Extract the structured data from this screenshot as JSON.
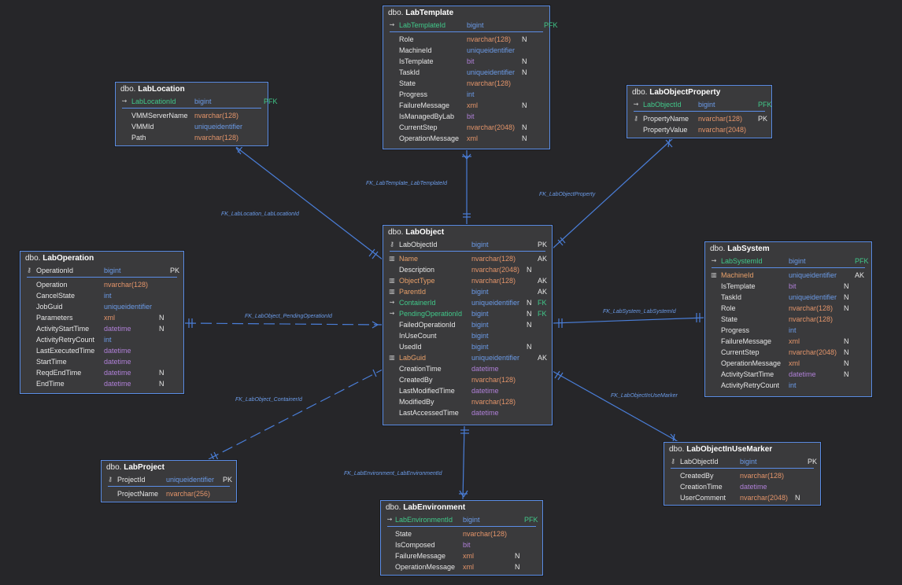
{
  "colors": {
    "background": "#262629",
    "table_bg": "#3a3a3c",
    "border": "#5b8de6",
    "link": "#4a7ed8"
  },
  "tables": {
    "labtemplate": {
      "schema": "dbo.",
      "name": "LabTemplate",
      "columns": [
        {
          "icon": "fk-icon",
          "name": "LabTemplateId",
          "type": "bigint",
          "nullable": "",
          "key": "PFK",
          "style": "pk-green",
          "tcolor": "blue"
        },
        {
          "icon": "",
          "name": "Role",
          "type": "nvarchar(128)",
          "nullable": "N",
          "key": "",
          "tcolor": "orange"
        },
        {
          "icon": "",
          "name": "MachineId",
          "type": "uniqueidentifier",
          "nullable": "",
          "key": "",
          "tcolor": "blue"
        },
        {
          "icon": "",
          "name": "IsTemplate",
          "type": "bit",
          "nullable": "N",
          "key": "",
          "tcolor": "purple"
        },
        {
          "icon": "",
          "name": "TaskId",
          "type": "uniqueidentifier",
          "nullable": "N",
          "key": "",
          "tcolor": "blue"
        },
        {
          "icon": "",
          "name": "State",
          "type": "nvarchar(128)",
          "nullable": "",
          "key": "",
          "tcolor": "orange"
        },
        {
          "icon": "",
          "name": "Progress",
          "type": "int",
          "nullable": "",
          "key": "",
          "tcolor": "blue"
        },
        {
          "icon": "",
          "name": "FailureMessage",
          "type": "xml",
          "nullable": "N",
          "key": "",
          "tcolor": "orange"
        },
        {
          "icon": "",
          "name": "IsManagedByLab",
          "type": "bit",
          "nullable": "",
          "key": "",
          "tcolor": "purple"
        },
        {
          "icon": "",
          "name": "CurrentStep",
          "type": "nvarchar(2048)",
          "nullable": "N",
          "key": "",
          "tcolor": "orange"
        },
        {
          "icon": "",
          "name": "OperationMessage",
          "type": "xml",
          "nullable": "N",
          "key": "",
          "tcolor": "orange"
        }
      ]
    },
    "lablocation": {
      "schema": "dbo.",
      "name": "LabLocation",
      "columns": [
        {
          "icon": "fk-icon",
          "name": "LabLocationId",
          "type": "bigint",
          "nullable": "",
          "key": "PFK",
          "style": "pk-green",
          "tcolor": "blue"
        },
        {
          "icon": "",
          "name": "VMMServerName",
          "type": "nvarchar(128)",
          "nullable": "",
          "key": "",
          "tcolor": "orange"
        },
        {
          "icon": "",
          "name": "VMMId",
          "type": "uniqueidentifier",
          "nullable": "",
          "key": "",
          "tcolor": "blue"
        },
        {
          "icon": "",
          "name": "Path",
          "type": "nvarchar(128)",
          "nullable": "",
          "key": "",
          "tcolor": "orange"
        }
      ]
    },
    "labobjectproperty": {
      "schema": "dbo.",
      "name": "LabObjectProperty",
      "columns": [
        {
          "icon": "fk-icon",
          "name": "LabObjectId",
          "type": "bigint",
          "nullable": "",
          "key": "PFK",
          "style": "pk-green",
          "tcolor": "blue"
        },
        {
          "icon": "key-icon",
          "name": "PropertyName",
          "type": "nvarchar(128)",
          "nullable": "",
          "key": "PK",
          "tcolor": "orange"
        },
        {
          "icon": "",
          "name": "PropertyValue",
          "type": "nvarchar(2048)",
          "nullable": "",
          "key": "",
          "tcolor": "orange"
        }
      ]
    },
    "laboperation": {
      "schema": "dbo.",
      "name": "LabOperation",
      "columns": [
        {
          "icon": "key-icon",
          "name": "OperationId",
          "type": "bigint",
          "nullable": "",
          "key": "PK",
          "tcolor": "blue"
        },
        {
          "icon": "",
          "name": "Operation",
          "type": "nvarchar(128)",
          "nullable": "",
          "key": "",
          "tcolor": "orange"
        },
        {
          "icon": "",
          "name": "CancelState",
          "type": "int",
          "nullable": "",
          "key": "",
          "tcolor": "blue"
        },
        {
          "icon": "",
          "name": "JobGuid",
          "type": "uniqueidentifier",
          "nullable": "",
          "key": "",
          "tcolor": "blue"
        },
        {
          "icon": "",
          "name": "Parameters",
          "type": "xml",
          "nullable": "N",
          "key": "",
          "tcolor": "orange"
        },
        {
          "icon": "",
          "name": "ActivityStartTime",
          "type": "datetime",
          "nullable": "N",
          "key": "",
          "tcolor": "purple"
        },
        {
          "icon": "",
          "name": "ActivityRetryCount",
          "type": "int",
          "nullable": "",
          "key": "",
          "tcolor": "blue"
        },
        {
          "icon": "",
          "name": "LastExecutedTime",
          "type": "datetime",
          "nullable": "",
          "key": "",
          "tcolor": "purple"
        },
        {
          "icon": "",
          "name": "StartTime",
          "type": "datetime",
          "nullable": "",
          "key": "",
          "tcolor": "purple"
        },
        {
          "icon": "",
          "name": "ReqdEndTime",
          "type": "datetime",
          "nullable": "N",
          "key": "",
          "tcolor": "purple"
        },
        {
          "icon": "",
          "name": "EndTime",
          "type": "datetime",
          "nullable": "N",
          "key": "",
          "tcolor": "purple"
        }
      ]
    },
    "labobject": {
      "schema": "dbo.",
      "name": "LabObject",
      "columns": [
        {
          "icon": "key-icon",
          "name": "LabObjectId",
          "type": "bigint",
          "nullable": "",
          "key": "PK",
          "tcolor": "blue"
        },
        {
          "icon": "ak-icon",
          "name": "Name",
          "type": "nvarchar(128)",
          "nullable": "",
          "key": "AK",
          "style": "ak-orange",
          "tcolor": "orange"
        },
        {
          "icon": "",
          "name": "Description",
          "type": "nvarchar(2048)",
          "nullable": "N",
          "key": "",
          "tcolor": "orange"
        },
        {
          "icon": "ak-icon",
          "name": "ObjectType",
          "type": "nvarchar(128)",
          "nullable": "",
          "key": "AK",
          "style": "ak-orange",
          "tcolor": "orange"
        },
        {
          "icon": "ak-icon",
          "name": "ParentId",
          "type": "bigint",
          "nullable": "",
          "key": "AK",
          "style": "ak-orange",
          "tcolor": "blue"
        },
        {
          "icon": "fk-icon",
          "name": "ContainerId",
          "type": "uniqueidentifier",
          "nullable": "N",
          "key": "FK",
          "style": "pk-green",
          "tcolor": "blue"
        },
        {
          "icon": "fk-icon",
          "name": "PendingOperationId",
          "type": "bigint",
          "nullable": "N",
          "key": "FK",
          "style": "pk-green",
          "tcolor": "blue"
        },
        {
          "icon": "",
          "name": "FailedOperationId",
          "type": "bigint",
          "nullable": "N",
          "key": "",
          "tcolor": "blue"
        },
        {
          "icon": "",
          "name": "InUseCount",
          "type": "bigint",
          "nullable": "",
          "key": "",
          "tcolor": "blue"
        },
        {
          "icon": "",
          "name": "UsedId",
          "type": "bigint",
          "nullable": "N",
          "key": "",
          "tcolor": "blue"
        },
        {
          "icon": "ak-icon",
          "name": "LabGuid",
          "type": "uniqueidentifier",
          "nullable": "",
          "key": "AK",
          "style": "ak-orange",
          "tcolor": "blue"
        },
        {
          "icon": "",
          "name": "CreationTime",
          "type": "datetime",
          "nullable": "",
          "key": "",
          "tcolor": "purple"
        },
        {
          "icon": "",
          "name": "CreatedBy",
          "type": "nvarchar(128)",
          "nullable": "",
          "key": "",
          "tcolor": "orange"
        },
        {
          "icon": "",
          "name": "LastModifiedTime",
          "type": "datetime",
          "nullable": "",
          "key": "",
          "tcolor": "purple"
        },
        {
          "icon": "",
          "name": "ModifiedBy",
          "type": "nvarchar(128)",
          "nullable": "",
          "key": "",
          "tcolor": "orange"
        },
        {
          "icon": "",
          "name": "LastAccessedTime",
          "type": "datetime",
          "nullable": "",
          "key": "",
          "tcolor": "purple"
        }
      ]
    },
    "labsystem": {
      "schema": "dbo.",
      "name": "LabSystem",
      "columns": [
        {
          "icon": "fk-icon",
          "name": "LabSystemId",
          "type": "bigint",
          "nullable": "",
          "key": "PFK",
          "style": "pk-green",
          "tcolor": "blue"
        },
        {
          "icon": "ak-icon",
          "name": "MachineId",
          "type": "uniqueidentifier",
          "nullable": "",
          "key": "AK",
          "style": "ak-orange",
          "tcolor": "blue"
        },
        {
          "icon": "",
          "name": "IsTemplate",
          "type": "bit",
          "nullable": "N",
          "key": "",
          "tcolor": "purple"
        },
        {
          "icon": "",
          "name": "TaskId",
          "type": "uniqueidentifier",
          "nullable": "N",
          "key": "",
          "tcolor": "blue"
        },
        {
          "icon": "",
          "name": "Role",
          "type": "nvarchar(128)",
          "nullable": "N",
          "key": "",
          "tcolor": "orange"
        },
        {
          "icon": "",
          "name": "State",
          "type": "nvarchar(128)",
          "nullable": "",
          "key": "",
          "tcolor": "orange"
        },
        {
          "icon": "",
          "name": "Progress",
          "type": "int",
          "nullable": "",
          "key": "",
          "tcolor": "blue"
        },
        {
          "icon": "",
          "name": "FailureMessage",
          "type": "xml",
          "nullable": "N",
          "key": "",
          "tcolor": "orange"
        },
        {
          "icon": "",
          "name": "CurrentStep",
          "type": "nvarchar(2048)",
          "nullable": "N",
          "key": "",
          "tcolor": "orange"
        },
        {
          "icon": "",
          "name": "OperationMessage",
          "type": "xml",
          "nullable": "N",
          "key": "",
          "tcolor": "orange"
        },
        {
          "icon": "",
          "name": "ActivityStartTime",
          "type": "datetime",
          "nullable": "N",
          "key": "",
          "tcolor": "purple"
        },
        {
          "icon": "",
          "name": "ActivityRetryCount",
          "type": "int",
          "nullable": "",
          "key": "",
          "tcolor": "blue"
        }
      ]
    },
    "labproject": {
      "schema": "dbo.",
      "name": "LabProject",
      "columns": [
        {
          "icon": "key-icon",
          "name": "ProjectId",
          "type": "uniqueidentifier",
          "nullable": "",
          "key": "PK",
          "tcolor": "blue"
        },
        {
          "icon": "",
          "name": "ProjectName",
          "type": "nvarchar(256)",
          "nullable": "",
          "key": "",
          "tcolor": "orange"
        }
      ]
    },
    "labobjectinusemarker": {
      "schema": "dbo.",
      "name": "LabObjectInUseMarker",
      "columns": [
        {
          "icon": "key-icon",
          "name": "LabObjectId",
          "type": "bigint",
          "nullable": "",
          "key": "PK",
          "tcolor": "blue"
        },
        {
          "icon": "",
          "name": "CreatedBy",
          "type": "nvarchar(128)",
          "nullable": "",
          "key": "",
          "tcolor": "orange"
        },
        {
          "icon": "",
          "name": "CreationTime",
          "type": "datetime",
          "nullable": "",
          "key": "",
          "tcolor": "purple"
        },
        {
          "icon": "",
          "name": "UserComment",
          "type": "nvarchar(2048)",
          "nullable": "N",
          "key": "",
          "tcolor": "orange"
        }
      ]
    },
    "labenvironment": {
      "schema": "dbo.",
      "name": "LabEnvironment",
      "columns": [
        {
          "icon": "fk-icon",
          "name": "LabEnvironmentId",
          "type": "bigint",
          "nullable": "",
          "key": "PFK",
          "style": "pk-green",
          "tcolor": "blue"
        },
        {
          "icon": "",
          "name": "State",
          "type": "nvarchar(128)",
          "nullable": "",
          "key": "",
          "tcolor": "orange"
        },
        {
          "icon": "",
          "name": "IsComposed",
          "type": "bit",
          "nullable": "",
          "key": "",
          "tcolor": "purple"
        },
        {
          "icon": "",
          "name": "FailureMessage",
          "type": "xml",
          "nullable": "N",
          "key": "",
          "tcolor": "orange"
        },
        {
          "icon": "",
          "name": "OperationMessage",
          "type": "xml",
          "nullable": "N",
          "key": "",
          "tcolor": "orange"
        }
      ]
    }
  },
  "relationships": {
    "fk_labtemplate": "FK_LabTemplate_LabTemplateId",
    "fk_lablocation": "FK_LabLocation_LabLocationId",
    "fk_labobjectproperty": "FK_LabObjectProperty",
    "fk_pendingoperation": "FK_LabObject_PendingOperationId",
    "fk_labsystem": "FK_LabSystem_LabSystemId",
    "fk_container": "FK_LabObject_ContainerId",
    "fk_inusemarker": "FK_LabObjectInUseMarker",
    "fk_labenvironment": "FK_LabEnvironment_LabEnvironmentId"
  }
}
